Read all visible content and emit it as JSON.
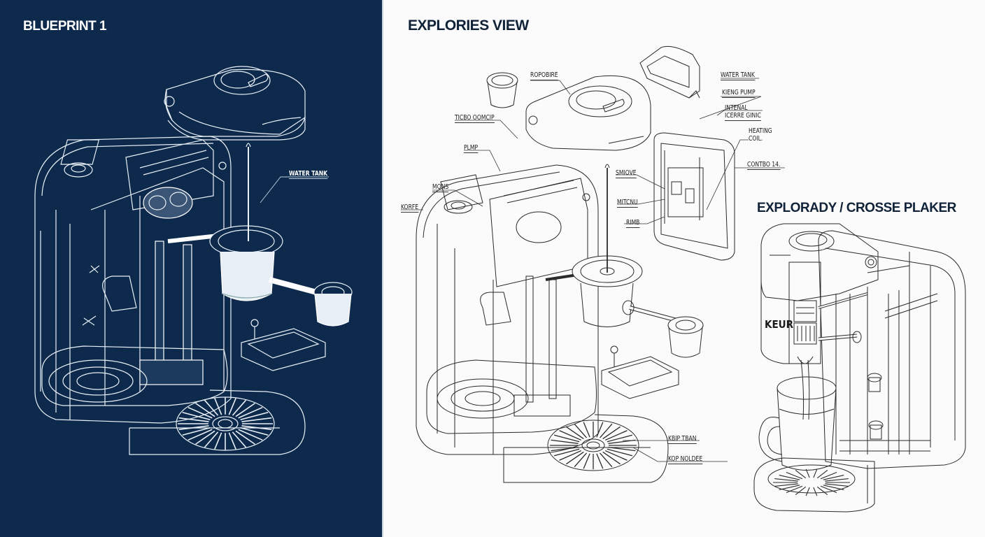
{
  "panels": {
    "blueprint": {
      "title": "BLUEPRINT 1",
      "background": "#0d2a4c",
      "labels": [
        "WATER TANK"
      ]
    },
    "exploded": {
      "title": "EXPLORIES VIEW",
      "labels": {
        "top_part": "ROPOBIRE",
        "pod_cup": "TICBO OOMCIP",
        "pump": "PLMP",
        "mons": "MONS",
        "korfe": "KORFE",
        "water_tank": "WATER TANK",
        "kieng_pump": "KIENG PUMP",
        "internal_line1": "INTENAL",
        "internal_line2": "ICERRE GINIC",
        "heating_line1": "HEATING",
        "heating_line2": "COIL.",
        "control": "CONTBO 14.",
        "smove": "SMIOVE",
        "mitcnu": "MITCNU",
        "rims": "RIMB",
        "drip_tray": "KBIP TBAN",
        "kop_holder": "KOP NOLDEE"
      }
    },
    "cross": {
      "title": "EXPLORADY / CROSSE PLAKER",
      "brand_mark": "KEUR"
    }
  }
}
